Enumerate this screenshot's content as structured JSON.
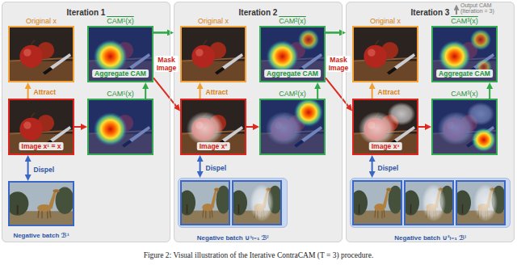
{
  "diagram": {
    "caption": "Figure 2: Visual illustration of the Iterative ContraCAM (T = 3) procedure.",
    "nodes": [
      {
        "text": [
          "Iteration 1"
        ]
      },
      {
        "text": [
          "Original x"
        ],
        "in": 0
      },
      {
        "text": [
          "CAM¹(x)",
          "Aggregate CAM"
        ],
        "in": 0
      },
      {
        "text": [
          "Image x¹ = x"
        ],
        "in": 0
      },
      {
        "text": [
          "CAM¹(x)"
        ],
        "in": 0
      },
      {
        "text": [
          "Negative batch ℬ¹"
        ],
        "in": 0
      },
      {
        "text": [
          "Iteration 2"
        ]
      },
      {
        "text": [
          "Original x"
        ],
        "in": 6
      },
      {
        "text": [
          "CAM²(x)",
          "Aggregate CAM"
        ],
        "in": 6
      },
      {
        "text": [
          "Image x²"
        ],
        "in": 6
      },
      {
        "text": [
          "CAM²(x)"
        ],
        "in": 6
      },
      {
        "text": [
          "Negative batch ∪¹ₗ₌₁ ℬˡ"
        ],
        "in": 6
      },
      {
        "text": [
          "Iteration 3"
        ]
      },
      {
        "text": [
          "Original x"
        ],
        "in": 12
      },
      {
        "text": [
          "CAM³(x)",
          "Aggregate CAM"
        ],
        "in": 12
      },
      {
        "text": [
          "Image x³"
        ],
        "in": 12
      },
      {
        "text": [
          "CAM³(x)"
        ],
        "in": 12
      },
      {
        "text": [
          "Negative batch ∪²ₗ₌₁ ℬˡ"
        ],
        "in": 12
      }
    ],
    "edges": [
      {
        "from": 3,
        "to": 1,
        "arrow": "to",
        "label": "Attract"
      },
      {
        "from": 3,
        "to": 5,
        "arrow": "both",
        "label": "Dispel"
      },
      {
        "from": 3,
        "to": 4,
        "arrow": "to"
      },
      {
        "from": 4,
        "to": 2,
        "arrow": "to"
      },
      {
        "from": 2,
        "to": 6,
        "arrow": "to"
      },
      {
        "from": 2,
        "to": 9,
        "arrow": "to",
        "label": "Mask Image"
      },
      {
        "from": 9,
        "to": 7,
        "arrow": "to",
        "label": "Attract"
      },
      {
        "from": 9,
        "to": 11,
        "arrow": "both",
        "label": "Dispel"
      },
      {
        "from": 9,
        "to": 10,
        "arrow": "to"
      },
      {
        "from": 10,
        "to": 8,
        "arrow": "to"
      },
      {
        "from": 8,
        "to": 12,
        "arrow": "to"
      },
      {
        "from": 8,
        "to": 15,
        "arrow": "to",
        "label": "Mask Image"
      },
      {
        "from": 15,
        "to": 13,
        "arrow": "to",
        "label": "Attract"
      },
      {
        "from": 15,
        "to": 17,
        "arrow": "both",
        "label": "Dispel"
      },
      {
        "from": 15,
        "to": 16,
        "arrow": "to"
      },
      {
        "from": 16,
        "to": 14,
        "arrow": "to"
      }
    ],
    "labels": [
      "Output CAM (Iteration = 3)"
    ]
  }
}
